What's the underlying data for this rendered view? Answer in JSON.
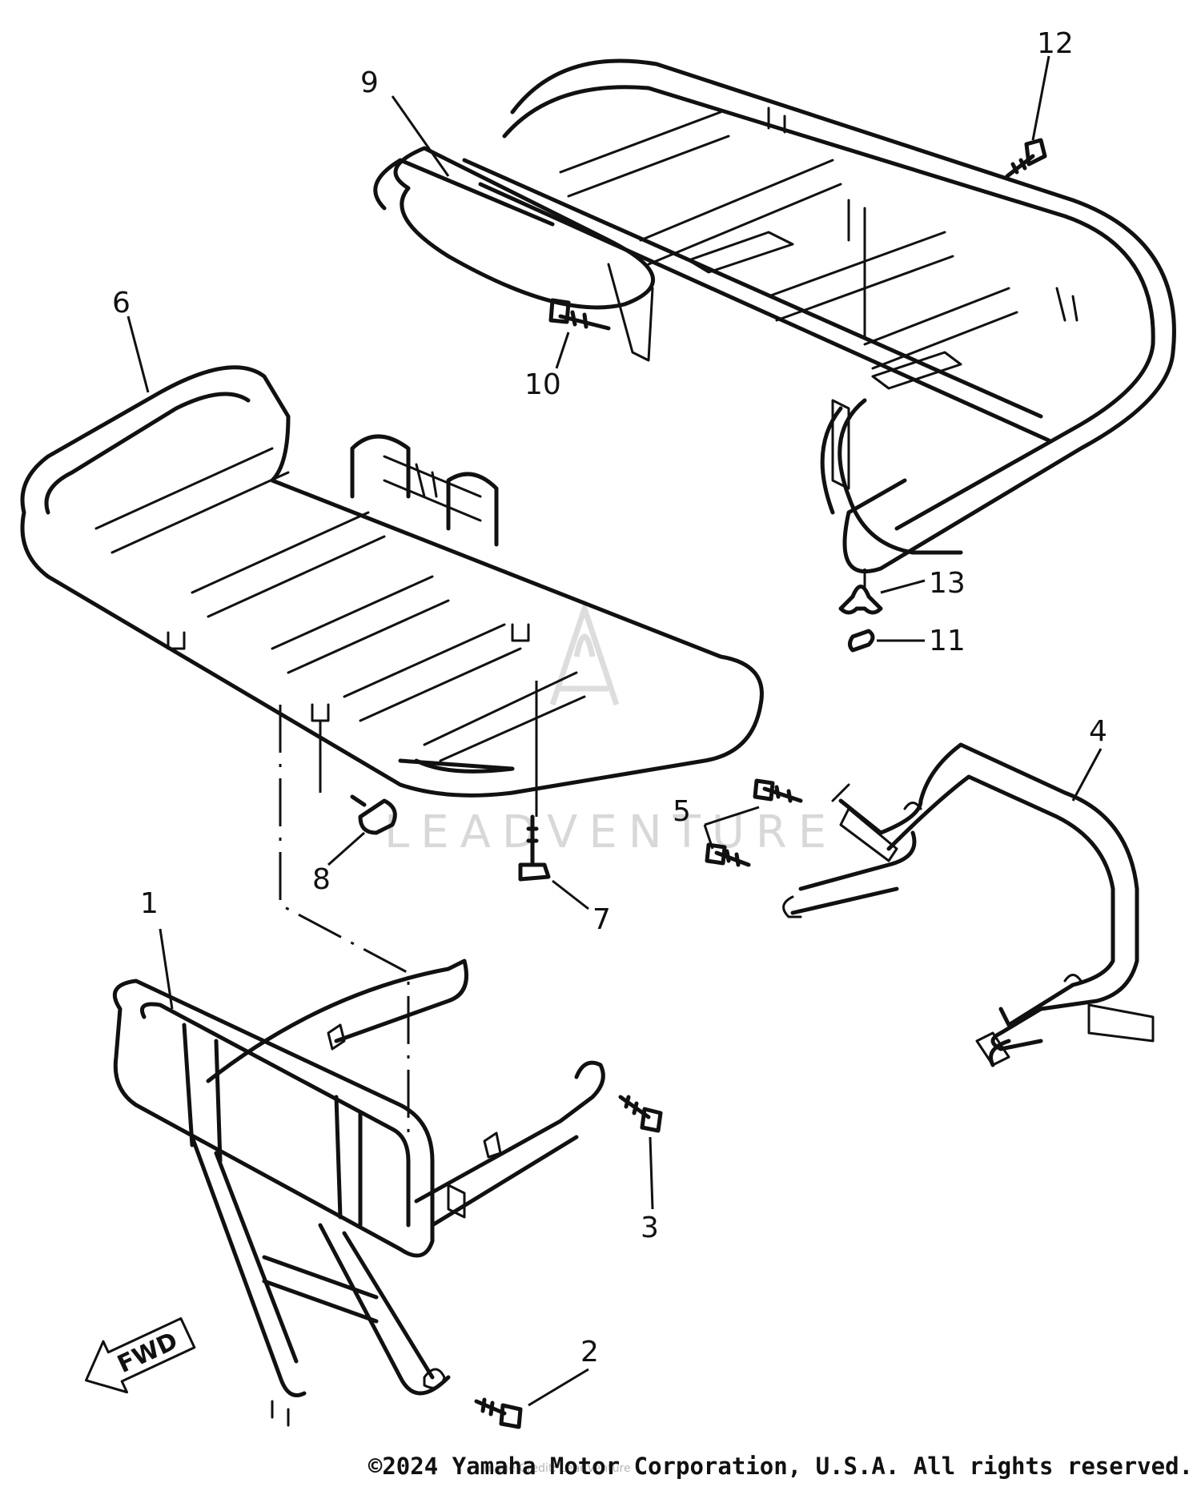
{
  "diagram": {
    "callouts": [
      {
        "id": "1",
        "label": "1",
        "part": "front bumper guard"
      },
      {
        "id": "2",
        "label": "2",
        "part": "bolt"
      },
      {
        "id": "3",
        "label": "3",
        "part": "bolt"
      },
      {
        "id": "4",
        "label": "4",
        "part": "rear guard"
      },
      {
        "id": "5",
        "label": "5",
        "part": "bolts"
      },
      {
        "id": "6",
        "label": "6",
        "part": "front carrier"
      },
      {
        "id": "7",
        "label": "7",
        "part": "bolt"
      },
      {
        "id": "8",
        "label": "8",
        "part": "bolt"
      },
      {
        "id": "9",
        "label": "9",
        "part": "rear carrier"
      },
      {
        "id": "10",
        "label": "10",
        "part": "bolt"
      },
      {
        "id": "11",
        "label": "11",
        "part": "grommet"
      },
      {
        "id": "12",
        "label": "12",
        "part": "bolt"
      },
      {
        "id": "13",
        "label": "13",
        "part": "clip"
      }
    ],
    "direction_arrow": {
      "label": "FWD",
      "icon": "fwd-arrow-icon"
    },
    "watermark": {
      "text": "LEADVENTURE"
    },
    "copyright": "©2024 Yamaha Motor Corporation, U.S.A. All rights reserved.",
    "credit": "Image Credit: LeadVenture"
  }
}
